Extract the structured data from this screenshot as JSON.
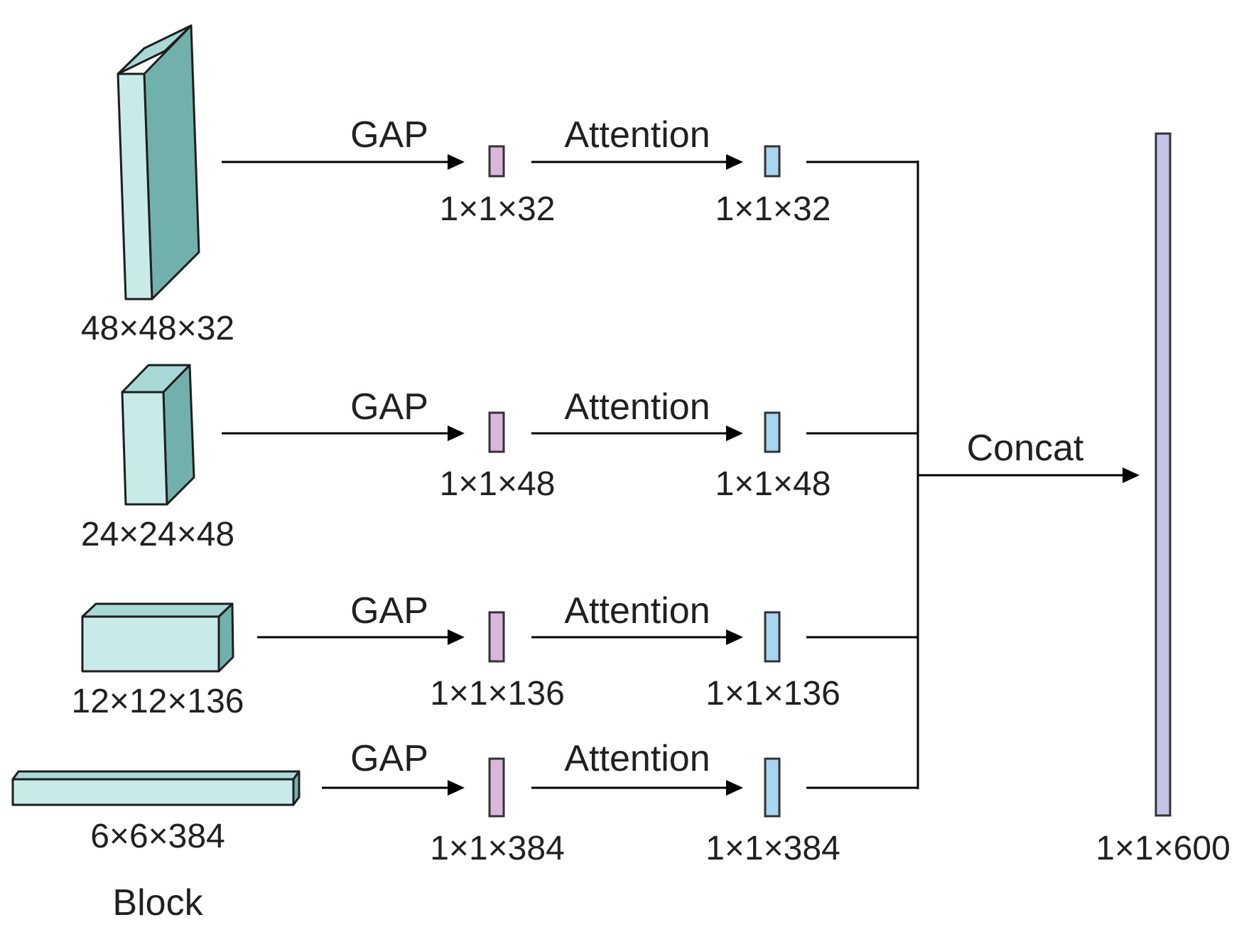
{
  "colors": {
    "block_front": "#c8ebea",
    "block_side": "#72b1ab",
    "gap_vector": "#dbb6db",
    "attention_vector": "#a9d5f2",
    "concat_vector": "#c5c3e8",
    "line": "#000000"
  },
  "blocks": [
    {
      "dims": "48×48×32",
      "op1": "GAP",
      "gap_dims": "1×1×32",
      "op2": "Attention",
      "att_dims": "1×1×32"
    },
    {
      "dims": "24×24×48",
      "op1": "GAP",
      "gap_dims": "1×1×48",
      "op2": "Attention",
      "att_dims": "1×1×48"
    },
    {
      "dims": "12×12×136",
      "op1": "GAP",
      "gap_dims": "1×1×136",
      "op2": "Attention",
      "att_dims": "1×1×136"
    },
    {
      "dims": "6×6×384",
      "op1": "GAP",
      "gap_dims": "1×1×384",
      "op2": "Attention",
      "att_dims": "1×1×384"
    }
  ],
  "block_caption": "Block",
  "concat_label": "Concat",
  "output_dims": "1×1×600"
}
